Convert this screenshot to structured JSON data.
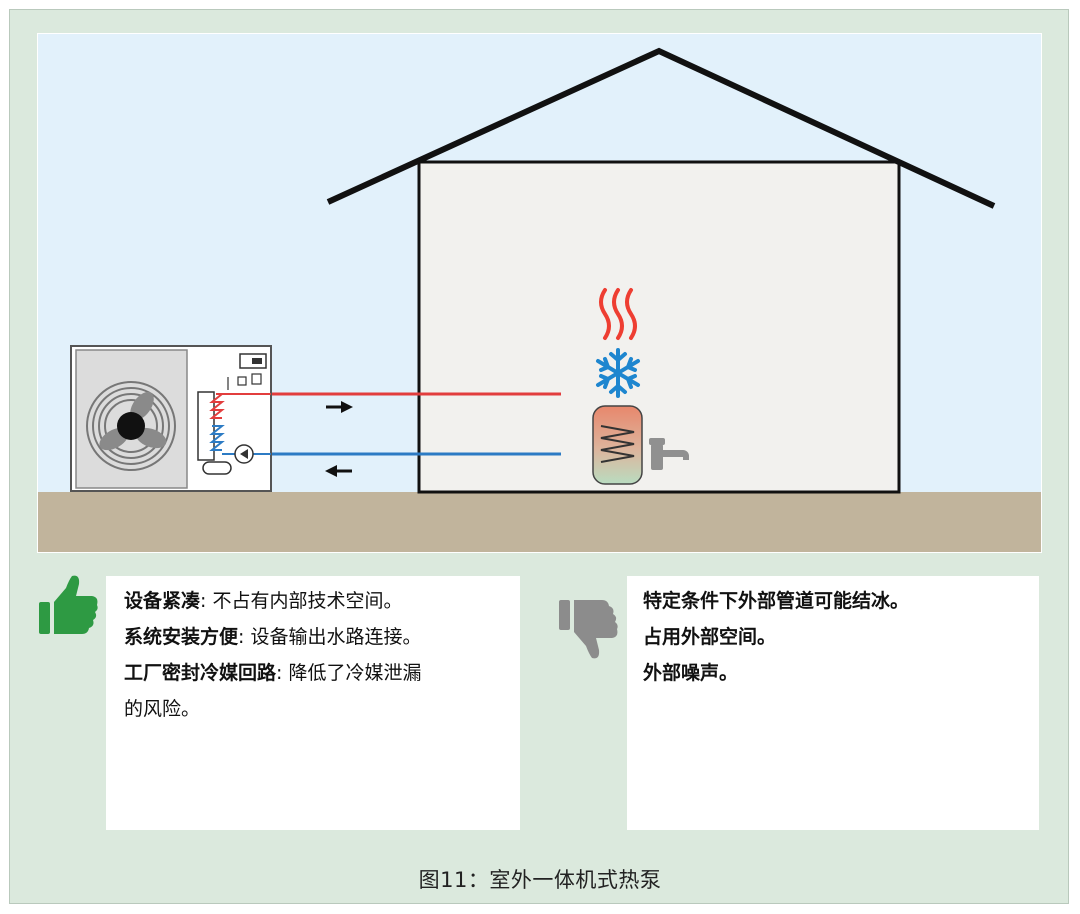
{
  "diagram": {
    "caption": "图11：室外一体机式热泵",
    "colors": {
      "sky": "#e2f1fb",
      "ground": "#c1b49c",
      "house_wall": "#f2f1ee",
      "hot_pipe": "#e23d3d",
      "cold_pipe": "#2c7bc4",
      "heat_waves": "#ee3e32",
      "snowflake": "#1e86cf",
      "thumb_up": "#2e9a43",
      "thumb_down": "#8c8c8c"
    },
    "icons": [
      "outdoor-heat-pump-unit",
      "fan-icon",
      "heat-waves-icon",
      "snowflake-icon",
      "hot-water-tank",
      "faucet-icon",
      "arrow-right-icon",
      "arrow-left-icon",
      "thumbs-up-icon",
      "thumbs-down-icon"
    ],
    "pros": [
      {
        "term": "设备紧凑",
        "text": ": 不占有内部技术空间。"
      },
      {
        "term": "系统安装方便",
        "text": ": 设备输出水路连接。"
      },
      {
        "term": "工厂密封冷媒回路",
        "text": ": 降低了冷媒泄漏"
      },
      {
        "term": "",
        "text": "的风险。"
      }
    ],
    "cons": [
      {
        "text": "特定条件下外部管道可能结冰。"
      },
      {
        "text": "占用外部空间。"
      },
      {
        "text": "外部噪声。"
      }
    ]
  }
}
